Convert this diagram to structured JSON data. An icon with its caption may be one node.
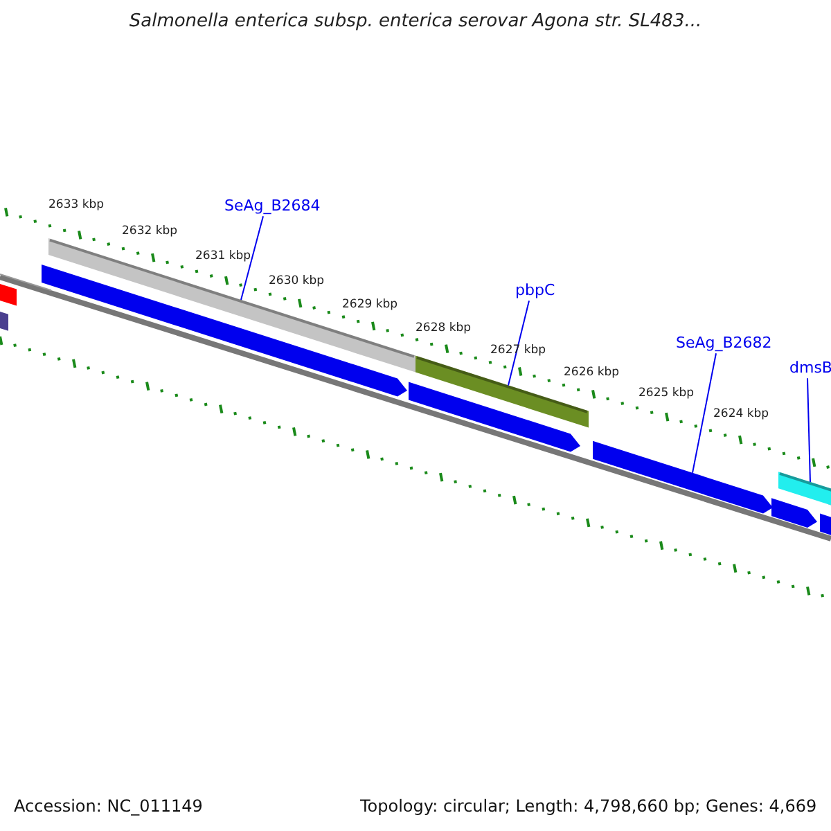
{
  "diagram": {
    "title": "Salmonella enterica subsp. enterica serovar Agona str. SL483...",
    "nodes": [
      {
        "text": [
          "SeAg_B2684"
        ]
      },
      {
        "text": [],
        "shape": "bar"
      },
      {
        "text": [
          "pbpC"
        ]
      },
      {
        "text": [],
        "shape": "bar"
      },
      {
        "text": [
          "SeAg_B2682"
        ]
      },
      {
        "text": [],
        "shape": "bar"
      },
      {
        "text": [
          "dmsB"
        ]
      },
      {
        "text": [],
        "shape": "bar"
      }
    ],
    "edges": [
      {
        "from": 0,
        "to": 1,
        "arrow": "none"
      },
      {
        "from": 2,
        "to": 3,
        "arrow": "none"
      },
      {
        "from": 4,
        "to": 5,
        "arrow": "none"
      },
      {
        "from": 6,
        "to": 7,
        "arrow": "none"
      }
    ],
    "labels": [
      "2633 kbp",
      "2632 kbp",
      "2631 kbp",
      "2630 kbp",
      "2629 kbp",
      "2628 kbp",
      "2627 kbp",
      "2626 kbp",
      "2625 kbp",
      "2624 kbp",
      "Accession: NC_011149",
      "Topology: circular; Length: 4,798,660 bp; Genes: 4,669"
    ]
  }
}
